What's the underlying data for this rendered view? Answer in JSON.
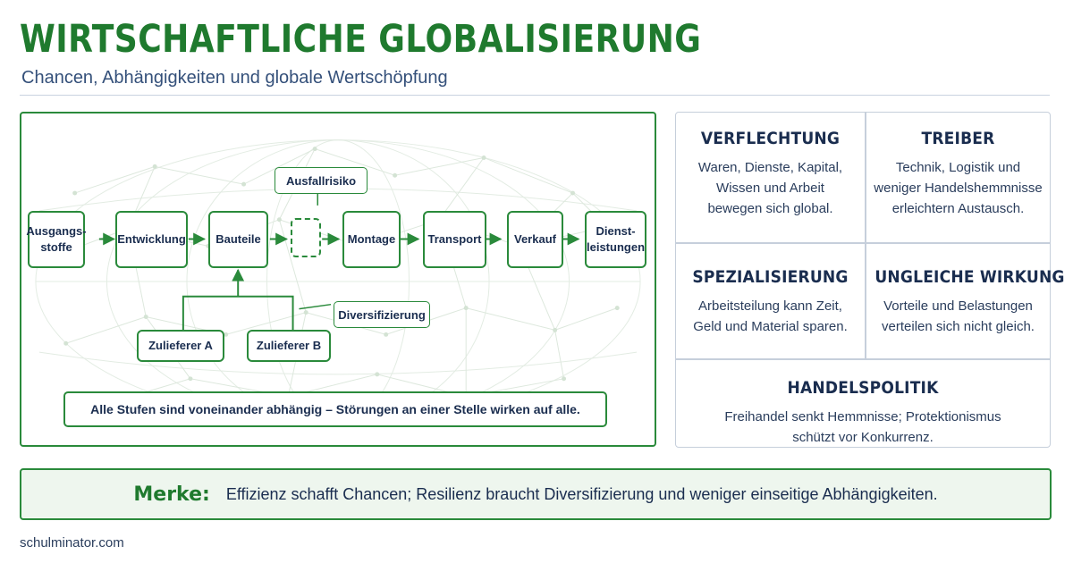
{
  "header": {
    "title": "WIRTSCHAFTLICHE GLOBALISIERUNG",
    "subtitle": "Chancen, Abhängigkeiten und globale Wertschöpfung"
  },
  "diagram": {
    "chain": [
      "Ausgangs-\nstoffe",
      "Entwicklung",
      "Bauteile",
      "",
      "Montage",
      "Transport",
      "Verkauf",
      "Dienst-\nleistungen"
    ],
    "suppliers": [
      "Zulieferer A",
      "Zulieferer B"
    ],
    "callouts": {
      "risk": "Ausfallrisiko",
      "diversification": "Diversifizierung"
    },
    "note": "Alle Stufen sind voneinander abhängig – Störungen an einer Stelle wirken auf alle."
  },
  "info_cards": [
    {
      "title": "VERFLECHTUNG",
      "text": "Waren, Dienste, Kapital,\nWissen und Arbeit\nbewegen sich global."
    },
    {
      "title": "TREIBER",
      "text": "Technik, Logistik und\nweniger Handelshemmnisse\nerleichtern Austausch."
    },
    {
      "title": "SPEZIALISIERUNG",
      "text": "Arbeitsteilung kann Zeit,\nGeld und Material sparen."
    },
    {
      "title": "UNGLEICHE WIRKUNG",
      "text": "Vorteile und Belastungen\nverteilen sich nicht gleich."
    },
    {
      "title": "HANDELSPOLITIK",
      "text": "Freihandel senkt Hemmnisse; Protektionismus\nschützt vor Konkurrenz."
    }
  ],
  "merke": {
    "label": "Merke:",
    "text": "Effizienz schafft Chancen; Resilienz braucht Diversifizierung und weniger einseitige Abhängigkeiten."
  },
  "footer": "schulminator.com",
  "colors": {
    "green": "#2a8a3b",
    "title_green": "#1f7a2e",
    "navy": "#1a2d4f",
    "merke_bg": "#eef6ee"
  }
}
